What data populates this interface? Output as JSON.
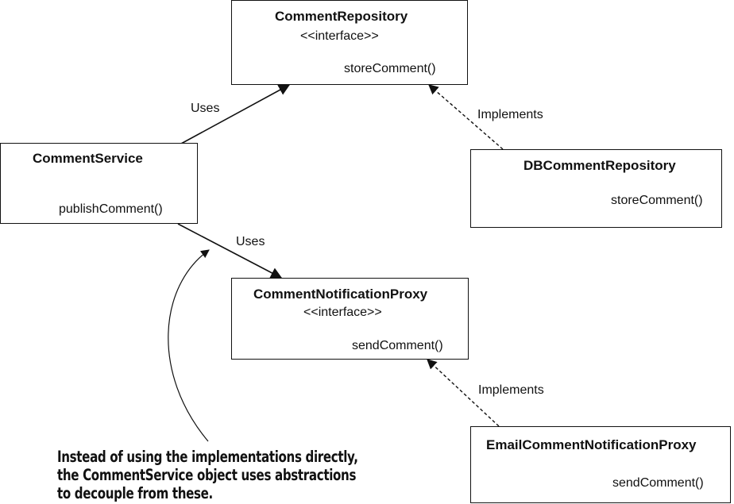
{
  "nodes": {
    "comment_repository": {
      "name": "CommentRepository",
      "stereotype": "<<interface>>",
      "method": "storeComment()"
    },
    "comment_service": {
      "name": "CommentService",
      "method": "publishComment()"
    },
    "db_comment_repository": {
      "name": "DBCommentRepository",
      "method": "storeComment()"
    },
    "comment_notification_proxy": {
      "name": "CommentNotificationProxy",
      "stereotype": "<<interface>>",
      "method": "sendComment()"
    },
    "email_comment_notification_proxy": {
      "name": "EmailCommentNotificationProxy",
      "method": "sendComment()"
    }
  },
  "edges": {
    "service_uses_repository": "Uses",
    "service_uses_proxy": "Uses",
    "db_implements_repository": "Implements",
    "email_implements_proxy": "Implements"
  },
  "callout": {
    "line1": "Instead of using the implementations directly,",
    "line2": "the CommentService object uses abstractions",
    "line3": "to decouple from these."
  }
}
